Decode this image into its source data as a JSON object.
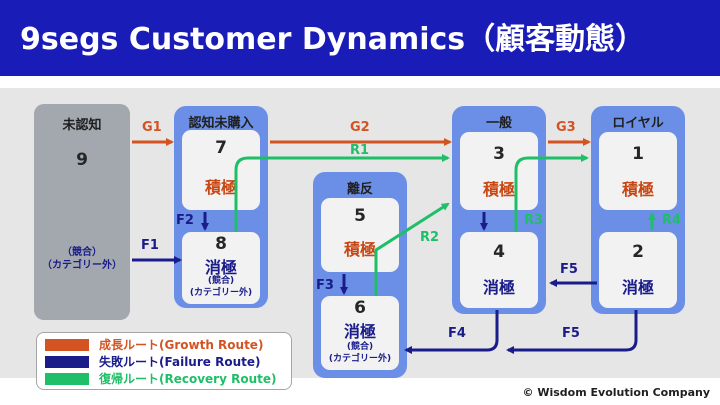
{
  "title": "9segs Customer Dynamics（顧客動態）",
  "colors": {
    "banner": "#1a1cb8",
    "group": "#6b8fe6",
    "growth": "#d35422",
    "failure": "#1a1c8a",
    "recovery": "#1fbf68",
    "uncognized": "#a3a8af"
  },
  "groups": {
    "uncognized": {
      "label": "未認知",
      "number": "9",
      "note1": "（競合）",
      "note2": "（カテゴリー外）"
    },
    "aware": {
      "label": "認知未購入"
    },
    "lapsed": {
      "label": "離反"
    },
    "general": {
      "label": "一般"
    },
    "loyal": {
      "label": "ロイヤル"
    }
  },
  "segments": {
    "s7": {
      "number": "7",
      "label": "積極"
    },
    "s8": {
      "number": "8",
      "label": "消極",
      "note1": "(競合)",
      "note2": "(カテゴリー外)"
    },
    "s5": {
      "number": "5",
      "label": "積極"
    },
    "s6": {
      "number": "6",
      "label": "消極",
      "note1": "(競合)",
      "note2": "(カテゴリー外)"
    },
    "s3": {
      "number": "3",
      "label": "積極"
    },
    "s4": {
      "number": "4",
      "label": "消極"
    },
    "s1": {
      "number": "1",
      "label": "積極"
    },
    "s2": {
      "number": "2",
      "label": "消極"
    }
  },
  "arrows": {
    "G1": "G1",
    "G2": "G2",
    "G3": "G3",
    "F1": "F1",
    "F2": "F2",
    "F3": "F3",
    "F4": "F4",
    "F5a": "F5",
    "F5b": "F5",
    "R1": "R1",
    "R2": "R2",
    "R3": "R3",
    "R4": "R4"
  },
  "legend": {
    "growth": "成長ルート(Growth Route)",
    "failure": "失敗ルート(Failure Route)",
    "recovery": "復帰ルート(Recovery Route)"
  },
  "copyright": "© Wisdom Evolution Company"
}
